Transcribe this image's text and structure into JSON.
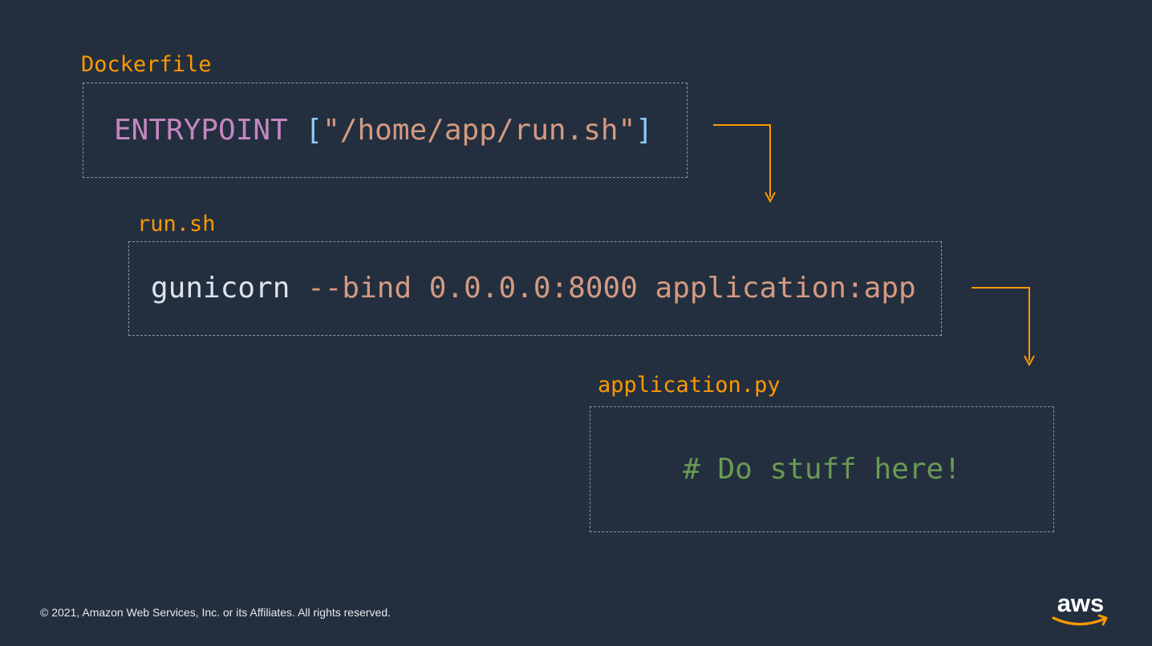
{
  "files": {
    "dockerfile": {
      "label": "Dockerfile",
      "keyword": "ENTRYPOINT",
      "open_bracket": "[",
      "string": "\"/home/app/run.sh\"",
      "close_bracket": "]"
    },
    "run_sh": {
      "label": "run.sh",
      "command": "gunicorn",
      "args": "--bind 0.0.0.0:8000 application:app"
    },
    "application_py": {
      "label": "application.py",
      "comment": "# Do stuff here!"
    }
  },
  "footer": {
    "copyright": "© 2021, Amazon Web Services, Inc. or its Affiliates. All rights reserved.",
    "logo_text": "aws"
  },
  "colors": {
    "background": "#232f3e",
    "accent": "#ff9900",
    "keyword": "#c586c0",
    "bracket": "#8fc9f5",
    "string": "#d49a82",
    "comment": "#6a9955",
    "command": "#dde3ea"
  }
}
